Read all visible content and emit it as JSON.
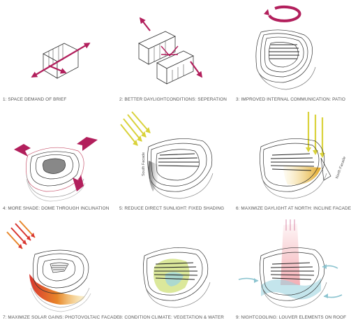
{
  "colors": {
    "arrow_magenta": "#b21f5c",
    "sun_yellow": "#d9d23a",
    "amber": "#e0a21a",
    "solar_red": "#d8352f",
    "vegetation_green": "#cfe07a",
    "cooling_red": "#f2a6ad",
    "cooling_blue": "#9cd4e0",
    "line": "#333333",
    "grey": "#777777"
  },
  "panels": [
    {
      "caption": "1: SPACE DEMAND OF BRIEF"
    },
    {
      "caption": "2: BETTER DAYLIGHTCONDITIONS: SEPERATION"
    },
    {
      "caption": "3: IMPROVED INTERNAL COMMUNICATION: PATIO"
    },
    {
      "caption": "4: MORE SHADE: DOME THROUGH  INCLINATION"
    },
    {
      "caption": "5: REDUCE DIRECT SUNLIGHT: FIXED SHADING",
      "facade_label": "South Facade"
    },
    {
      "caption": "6: MAXIMIZE DAYLIGHT AT NORTH: INCLINE FACADE",
      "facade_label": "North Facade"
    },
    {
      "caption": "7: MAXIMIZE SOLAR GAINS: PHOTOVOLTAIC FACADE"
    },
    {
      "caption": "8: CONDITION CLIMATE: VEGETATION & WATER"
    },
    {
      "caption": "9: NIGHTCOOLING: LOUVER ELEMENTS ON ROOF"
    }
  ]
}
